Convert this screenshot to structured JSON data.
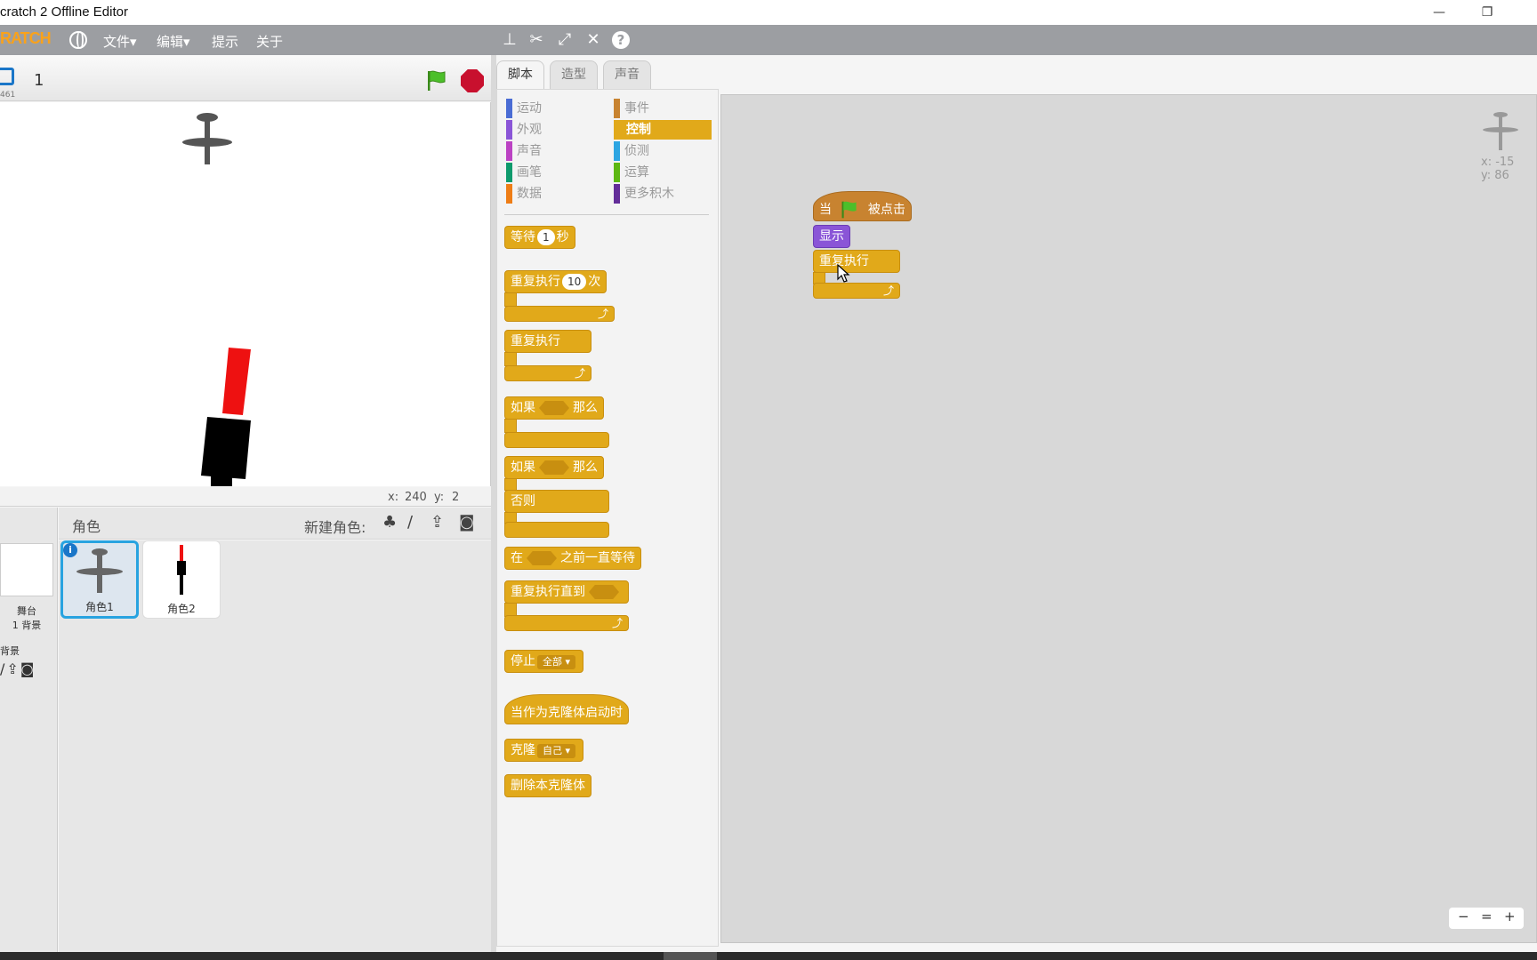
{
  "window": {
    "title": "cratch 2 Offline Editor",
    "minimize": "—",
    "maximize": "❐"
  },
  "menubar": {
    "logo": "RATCH",
    "file": "文件▾",
    "edit": "编辑▾",
    "tips": "提示",
    "about": "关于",
    "help": "?"
  },
  "stage": {
    "version_label": "461",
    "project_name": "1",
    "mouse_x_label": "x:",
    "mouse_x": "240",
    "mouse_y_label": "y:",
    "mouse_y": "2"
  },
  "stage_panel": {
    "name": "舞台",
    "backdrops": "1 背景",
    "new_backdrop": "背景"
  },
  "sprites_panel": {
    "title": "角色",
    "new_sprite_label": "新建角色:",
    "sprites": [
      {
        "name": "角色1",
        "selected": true
      },
      {
        "name": "角色2",
        "selected": false
      }
    ]
  },
  "tabs": [
    "脚本",
    "造型",
    "声音"
  ],
  "categories": [
    {
      "label": "运动",
      "color": "#4a6cd4"
    },
    {
      "label": "外观",
      "color": "#8a55d7"
    },
    {
      "label": "声音",
      "color": "#bb42c3"
    },
    {
      "label": "画笔",
      "color": "#0e9a6c"
    },
    {
      "label": "数据",
      "color": "#ee7d16"
    },
    {
      "label": "事件",
      "color": "#c88330"
    },
    {
      "label": "控制",
      "color": "#e1a91a"
    },
    {
      "label": "侦测",
      "color": "#2ca5e2"
    },
    {
      "label": "运算",
      "color": "#5cb712"
    },
    {
      "label": "更多积木",
      "color": "#632d99"
    }
  ],
  "palette_blocks": {
    "wait": "等待",
    "wait_value": "1",
    "wait_unit": "秒",
    "repeat": "重复执行",
    "repeat_value": "10",
    "repeat_unit": "次",
    "forever": "重复执行",
    "if": "如果",
    "then": "那么",
    "if2": "如果",
    "then2": "那么",
    "else": "否则",
    "wait_until_a": "在",
    "wait_until_b": "之前一直等待",
    "repeat_until": "重复执行直到",
    "stop": "停止",
    "stop_option": "全部",
    "clone_start": "当作为克隆体启动时",
    "clone": "克隆",
    "clone_option": "自己",
    "delete_clone": "删除本克隆体"
  },
  "script": {
    "when_a": "当",
    "when_b": "被点击",
    "show": "显示",
    "forever": "重复执行"
  },
  "sprite_info": {
    "x": "x: -15",
    "y": "y: 86"
  },
  "zoom": {
    "out": "−",
    "reset": "=",
    "in": "+"
  },
  "colors": {
    "control": "#e1a91a",
    "looks": "#8a55d7",
    "events": "#c88330",
    "menubar": "#9c9ea2"
  }
}
